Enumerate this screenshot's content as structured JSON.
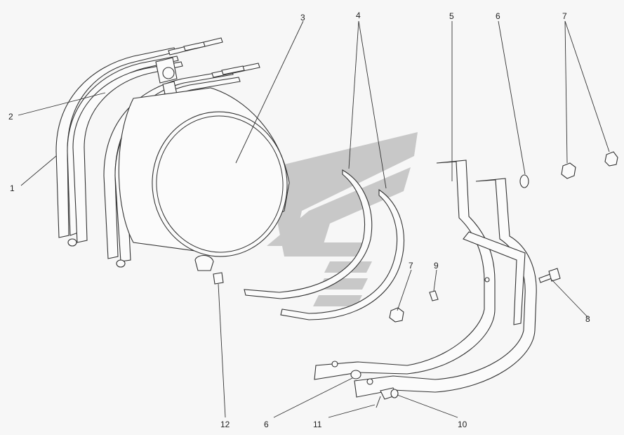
{
  "diagram": {
    "labels": {
      "l1": "1",
      "l2": "2",
      "l3": "3",
      "l4": "4",
      "l5": "5",
      "l6a": "6",
      "l6b": "6",
      "l7a": "7",
      "l7b": "7",
      "l8": "8",
      "l9": "9",
      "l10": "10",
      "l11": "11",
      "l12": "12"
    },
    "colors": {
      "line": "#333333",
      "watermark": "#b9b9b9",
      "background": "#f7f7f7"
    }
  }
}
